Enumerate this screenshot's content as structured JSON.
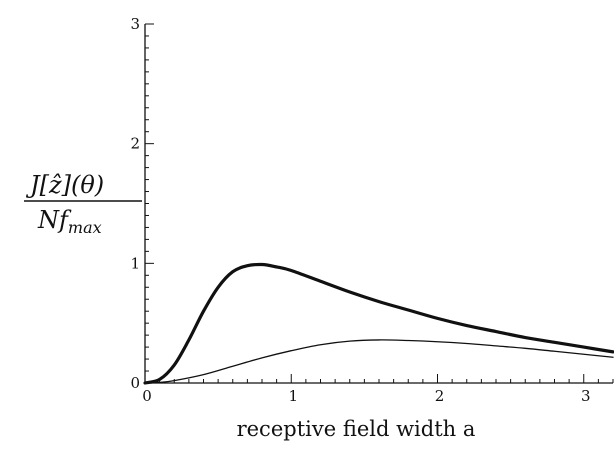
{
  "chart_data": {
    "type": "line",
    "xlabel": "receptive field width a",
    "ylabel": {
      "numerator": "J[ẑ](θ)",
      "denominator": "Nf",
      "denominator_subscript": "max"
    },
    "xlim": [
      0,
      3.2
    ],
    "ylim": [
      0,
      3
    ],
    "x_ticks": [
      "0",
      "1",
      "2",
      "3"
    ],
    "y_ticks": [
      "0",
      "1",
      "2",
      "3"
    ],
    "grid": false,
    "series": [
      {
        "style": "thick",
        "color": "#111111",
        "x": [
          0,
          0.1,
          0.2,
          0.3,
          0.4,
          0.5,
          0.6,
          0.7,
          0.8,
          0.9,
          1.0,
          1.2,
          1.4,
          1.6,
          1.8,
          2.0,
          2.2,
          2.4,
          2.6,
          2.8,
          3.0,
          3.2
        ],
        "y": [
          0,
          0.03,
          0.15,
          0.36,
          0.6,
          0.8,
          0.93,
          0.98,
          0.99,
          0.97,
          0.94,
          0.85,
          0.76,
          0.68,
          0.61,
          0.54,
          0.48,
          0.43,
          0.38,
          0.34,
          0.3,
          0.26
        ]
      },
      {
        "style": "thin",
        "color": "#111111",
        "x": [
          0,
          0.1,
          0.2,
          0.4,
          0.6,
          0.8,
          1.0,
          1.2,
          1.4,
          1.6,
          1.8,
          2.0,
          2.2,
          2.4,
          2.6,
          2.8,
          3.0,
          3.2
        ],
        "y": [
          0,
          0.005,
          0.02,
          0.07,
          0.14,
          0.21,
          0.27,
          0.32,
          0.35,
          0.36,
          0.355,
          0.345,
          0.33,
          0.31,
          0.29,
          0.265,
          0.24,
          0.215
        ]
      }
    ]
  }
}
